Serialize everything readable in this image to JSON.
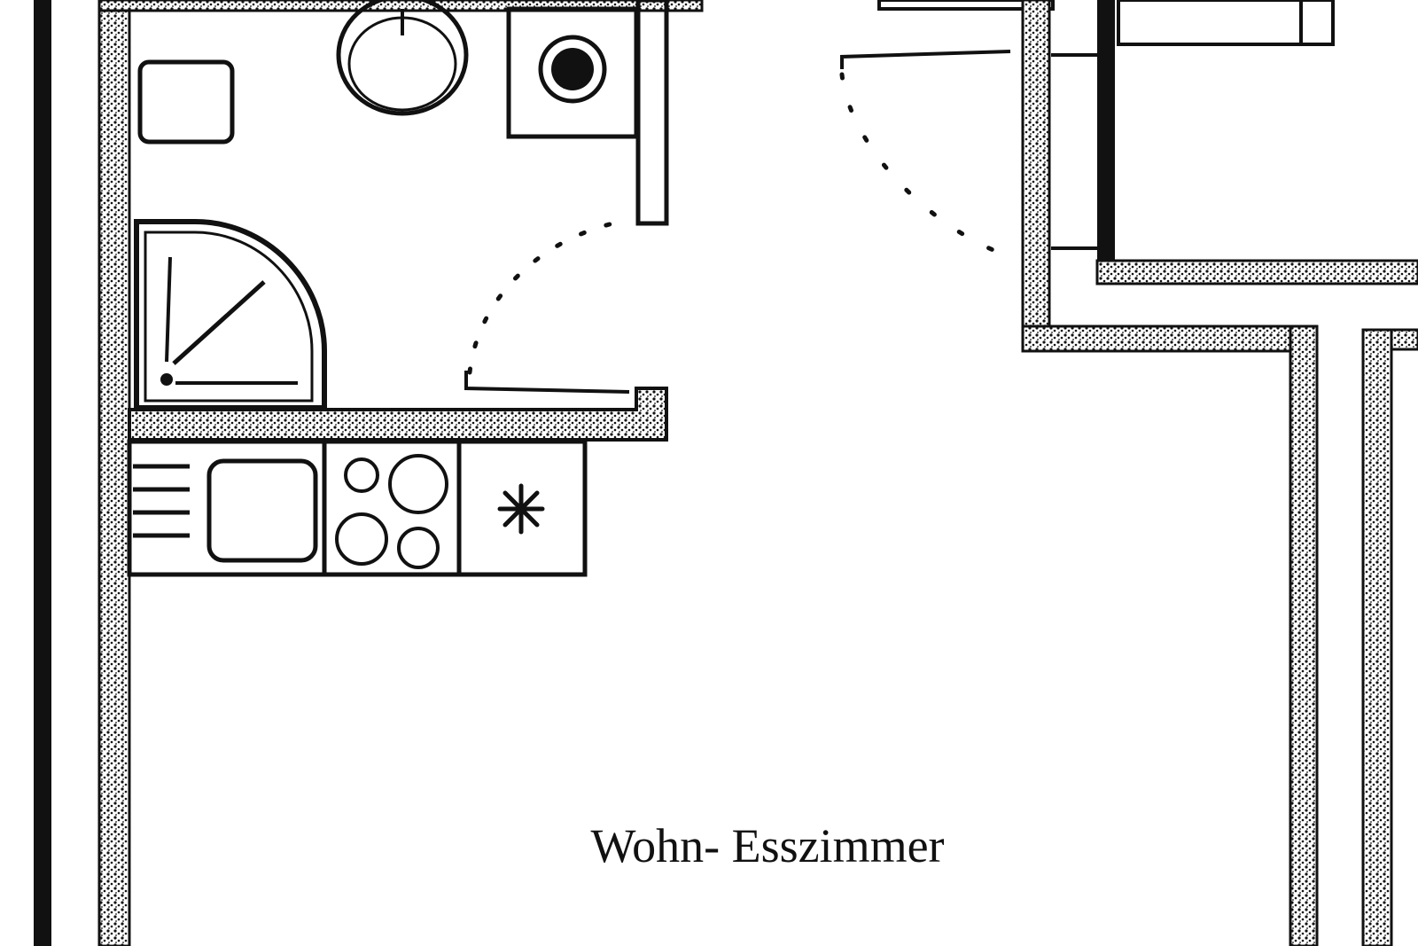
{
  "rooms": {
    "living_dining": {
      "label": "Wohn- Esszimmer"
    }
  },
  "colors": {
    "line": "#111111",
    "background": "#ffffff"
  },
  "fixtures": [
    "toilet",
    "washbasin",
    "floor-drain",
    "corner-shower",
    "kitchen-drainboard",
    "kitchen-sink",
    "cooktop",
    "refrigerator"
  ]
}
